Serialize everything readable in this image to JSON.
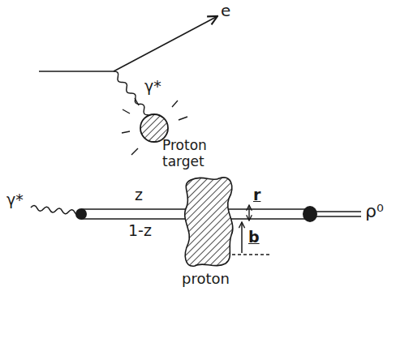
{
  "diagram": {
    "labels": [
      "e",
      "γ*",
      "Proton target",
      "γ*",
      "z",
      "1-z",
      "r",
      "b",
      "proton",
      "ρ⁰"
    ]
  }
}
